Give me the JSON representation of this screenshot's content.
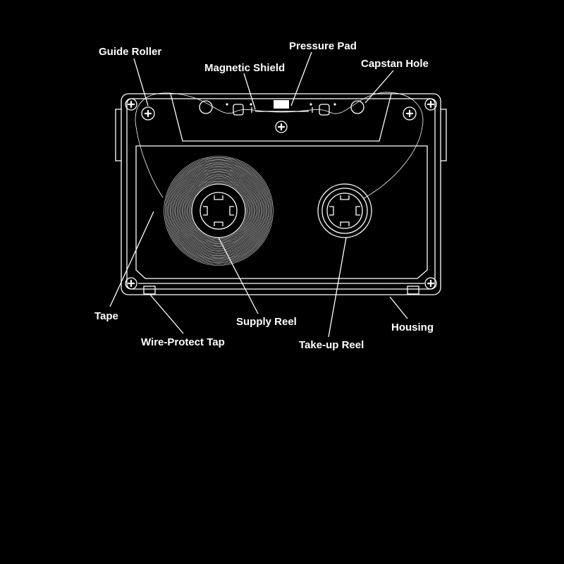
{
  "colors": {
    "background": "#000000",
    "line": "#ffffff"
  },
  "labels": {
    "guide_roller": "Guide Roller",
    "pressure_pad": "Pressure Pad",
    "magnetic_shield": "Magnetic Shield",
    "capstan_hole": "Capstan Hole",
    "tape": "Tape",
    "supply_reel": "Supply Reel",
    "housing": "Housing",
    "wire_protect_tap": "Wire-Protect Tap",
    "take_up_reel": "Take-up Reel"
  }
}
